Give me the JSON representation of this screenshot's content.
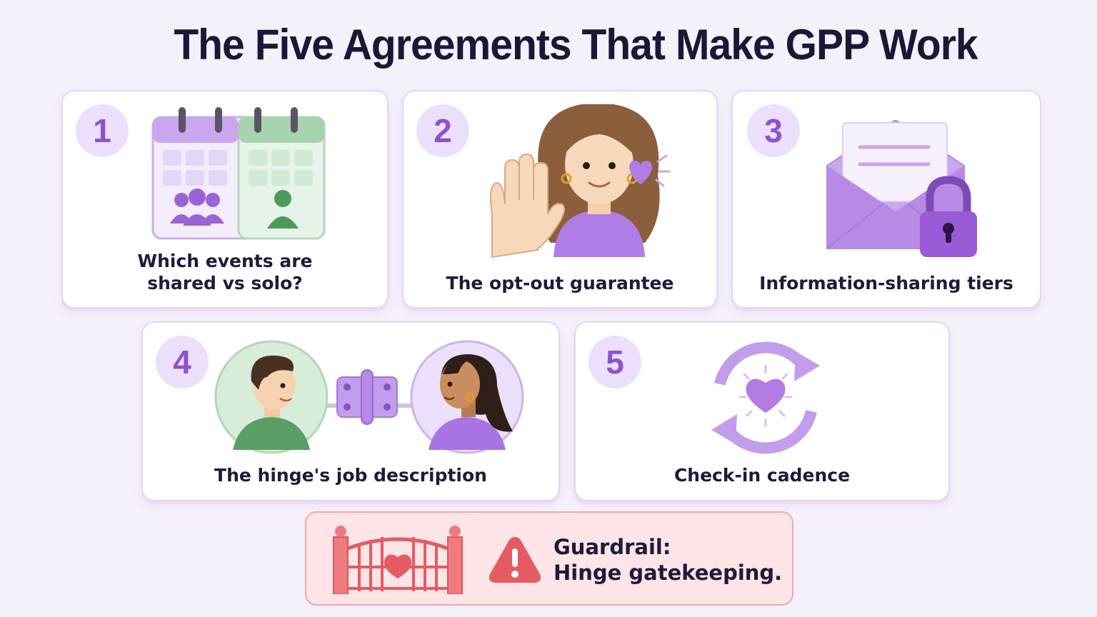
{
  "title": "The Five Agreements That Make GPP Work",
  "agreements": [
    {
      "number": "1",
      "label_line1": "Which events are",
      "label_line2": "shared vs solo?",
      "icon": "split-calendar-icon"
    },
    {
      "number": "2",
      "label": "The opt-out guarantee",
      "icon": "raised-hand-woman-icon"
    },
    {
      "number": "3",
      "label": "Information-sharing tiers",
      "icon": "locked-envelope-icon"
    },
    {
      "number": "4",
      "label": "The hinge's job description",
      "icon": "hinge-between-people-icon"
    },
    {
      "number": "5",
      "label": "Check-in cadence",
      "icon": "cycle-heart-icon"
    }
  ],
  "guardrail": {
    "line1": "Guardrail:",
    "line2": "Hinge gatekeeping.",
    "icons": [
      "gate-icon",
      "warning-icon"
    ]
  },
  "colors": {
    "background": "#f6f0fb",
    "accent_purple": "#8b52d1",
    "badge_fill": "#ecdffb",
    "green": "#5a9e66",
    "guardrail_red": "#e55b63",
    "guardrail_fill": "#fde4e6"
  }
}
